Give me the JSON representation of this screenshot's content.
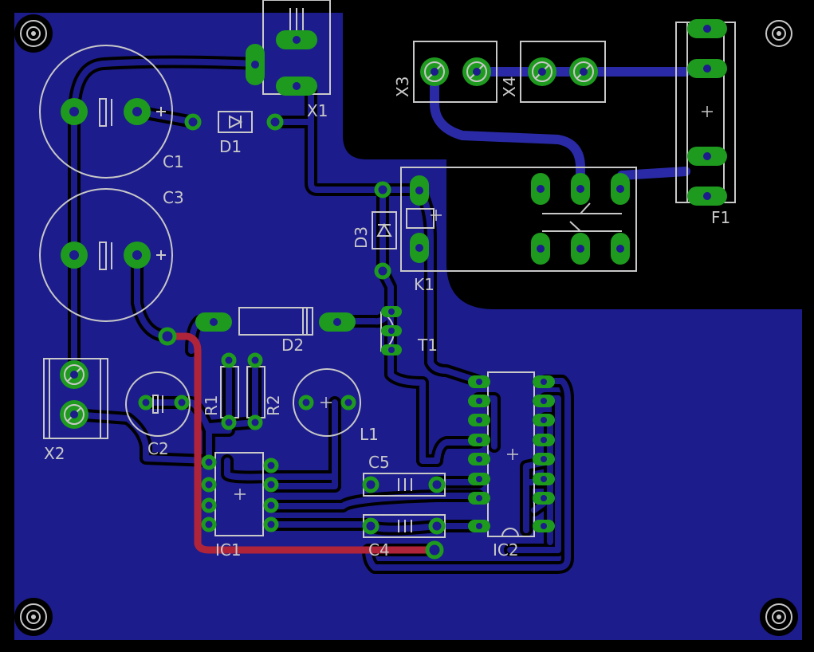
{
  "colors": {
    "background": "#000000",
    "copper_pour": "#1c1c8c",
    "trace_outline": "#000000",
    "top_trace": "#b0243a",
    "bottom_trace": "#2a2aa6",
    "pad": "#1e9a1e",
    "drill": "#1c1c8c",
    "silkscreen": "#c8c8c8"
  },
  "labels": {
    "x1": "X1",
    "d1": "D1",
    "c1": "C1",
    "c3": "C3",
    "x3": "X3",
    "x4": "X4",
    "f1": "F1",
    "d3": "D3",
    "k1": "K1",
    "d2": "D2",
    "t1": "T1",
    "r1": "R1",
    "r2": "R2",
    "l1": "L1",
    "x2": "X2",
    "c2": "C2",
    "c5": "C5",
    "c4": "C4",
    "ic1": "IC1",
    "ic2": "IC2"
  },
  "icons": {
    "mounting_hole": "mounting-hole-icon",
    "screw_terminal": "screw-terminal-icon",
    "electrolytic_cap": "electrolytic-capacitor-icon",
    "diode": "diode-icon",
    "relay": "relay-icon",
    "fuse": "fuse-holder-icon",
    "dip": "dip-package-icon"
  }
}
